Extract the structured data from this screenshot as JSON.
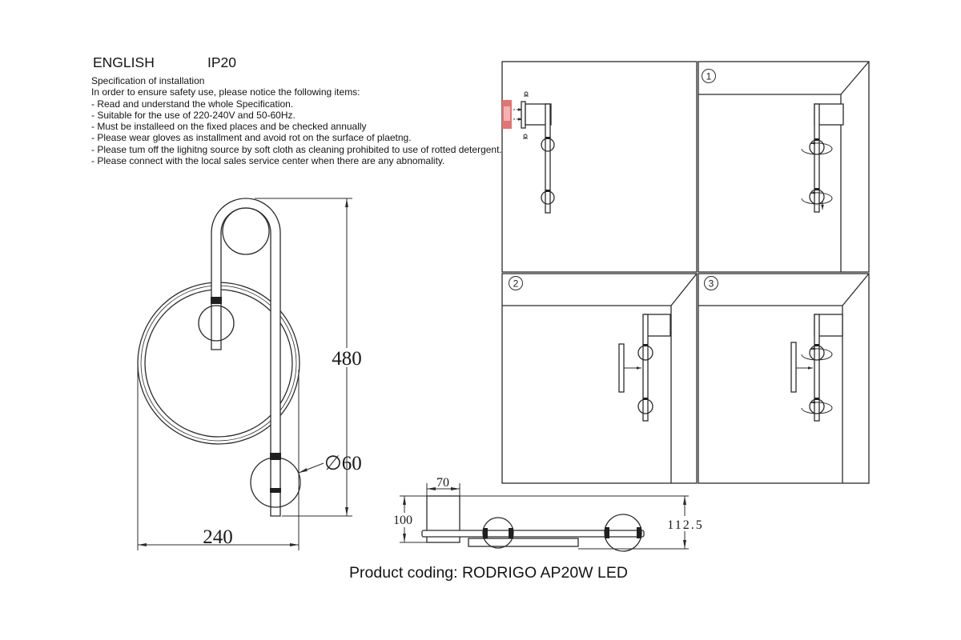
{
  "header": {
    "language": "ENGLISH",
    "ip_rating": "IP20"
  },
  "specification": {
    "title": "Specification of installation",
    "intro": "In order to ensure safety use, please notice the following items:",
    "items": [
      "- Read and understand the whole Specification.",
      "- Suitable for the use of 220-240V and 50-60Hz.",
      "- Must be installeed on the fixed places and be checked annually",
      "- Please wear gloves as installment and avoid rot on the surface of plaetng.",
      "- Please tum off the lighitng source by soft cloth as cleaning prohibited to use of rotted detergent.",
      "- Please connect with the local sales service center when there are any abnomality."
    ]
  },
  "front_view": {
    "height": "480",
    "width": "240",
    "globe_diameter": "∅60"
  },
  "side_view": {
    "bracket_width": "70",
    "bracket_height": "100",
    "depth": "112.5"
  },
  "installation_steps": [
    "1",
    "2",
    "3"
  ],
  "footer": {
    "product_coding": "Product coding: RODRIGO AP20W LED"
  },
  "colors": {
    "drawing_line": "#2b2b2b",
    "wall_anchor": "#e57373"
  }
}
